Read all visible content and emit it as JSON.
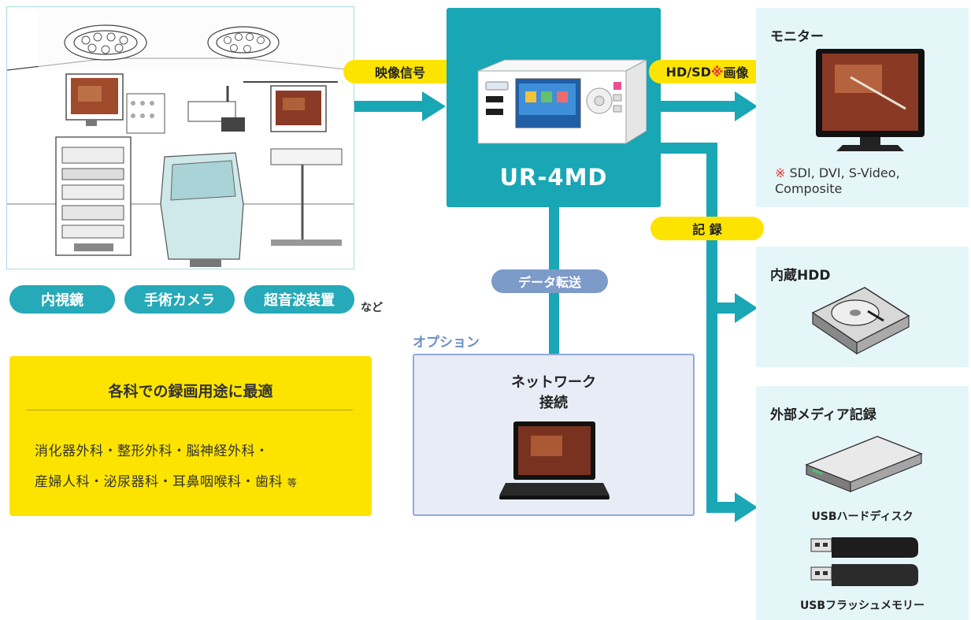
{
  "device": {
    "name": "UR-4MD"
  },
  "or_scene": {
    "sources": [
      "内視鏡",
      "手術カメラ",
      "超音波装置"
    ],
    "etc": "など"
  },
  "info": {
    "title": "各科での録画用途に最適",
    "line1": "消化器外科・整形外科・脳神経外科・",
    "line2": "産婦人科・泌尿器科・耳鼻咽喉科・歯科",
    "line2_suffix": "等"
  },
  "labels": {
    "video_signal": "映像信号",
    "hdsd_prefix": "HD/SD",
    "hdsd_mark": "※",
    "hdsd_suffix": "画像",
    "record": "記 録",
    "data_transfer": "データ転送"
  },
  "option": {
    "label": "オプション",
    "title_line1": "ネットワーク",
    "title_line2": "接続"
  },
  "monitor": {
    "title": "モニター",
    "note_mark": "※",
    "note_line1": "SDI, DVI, S-Video,",
    "note_line2": "Composite"
  },
  "hdd": {
    "title": "内蔵HDD"
  },
  "external": {
    "title": "外部メディア記録",
    "usb_hdd": "USBハードディスク",
    "usb_flash": "USBフラッシュメモリー"
  },
  "colors": {
    "teal": "#19a6b5",
    "yellow": "#fde400",
    "panel_bg": "#e5f6f9",
    "option_blue": "#7d9bc9"
  }
}
